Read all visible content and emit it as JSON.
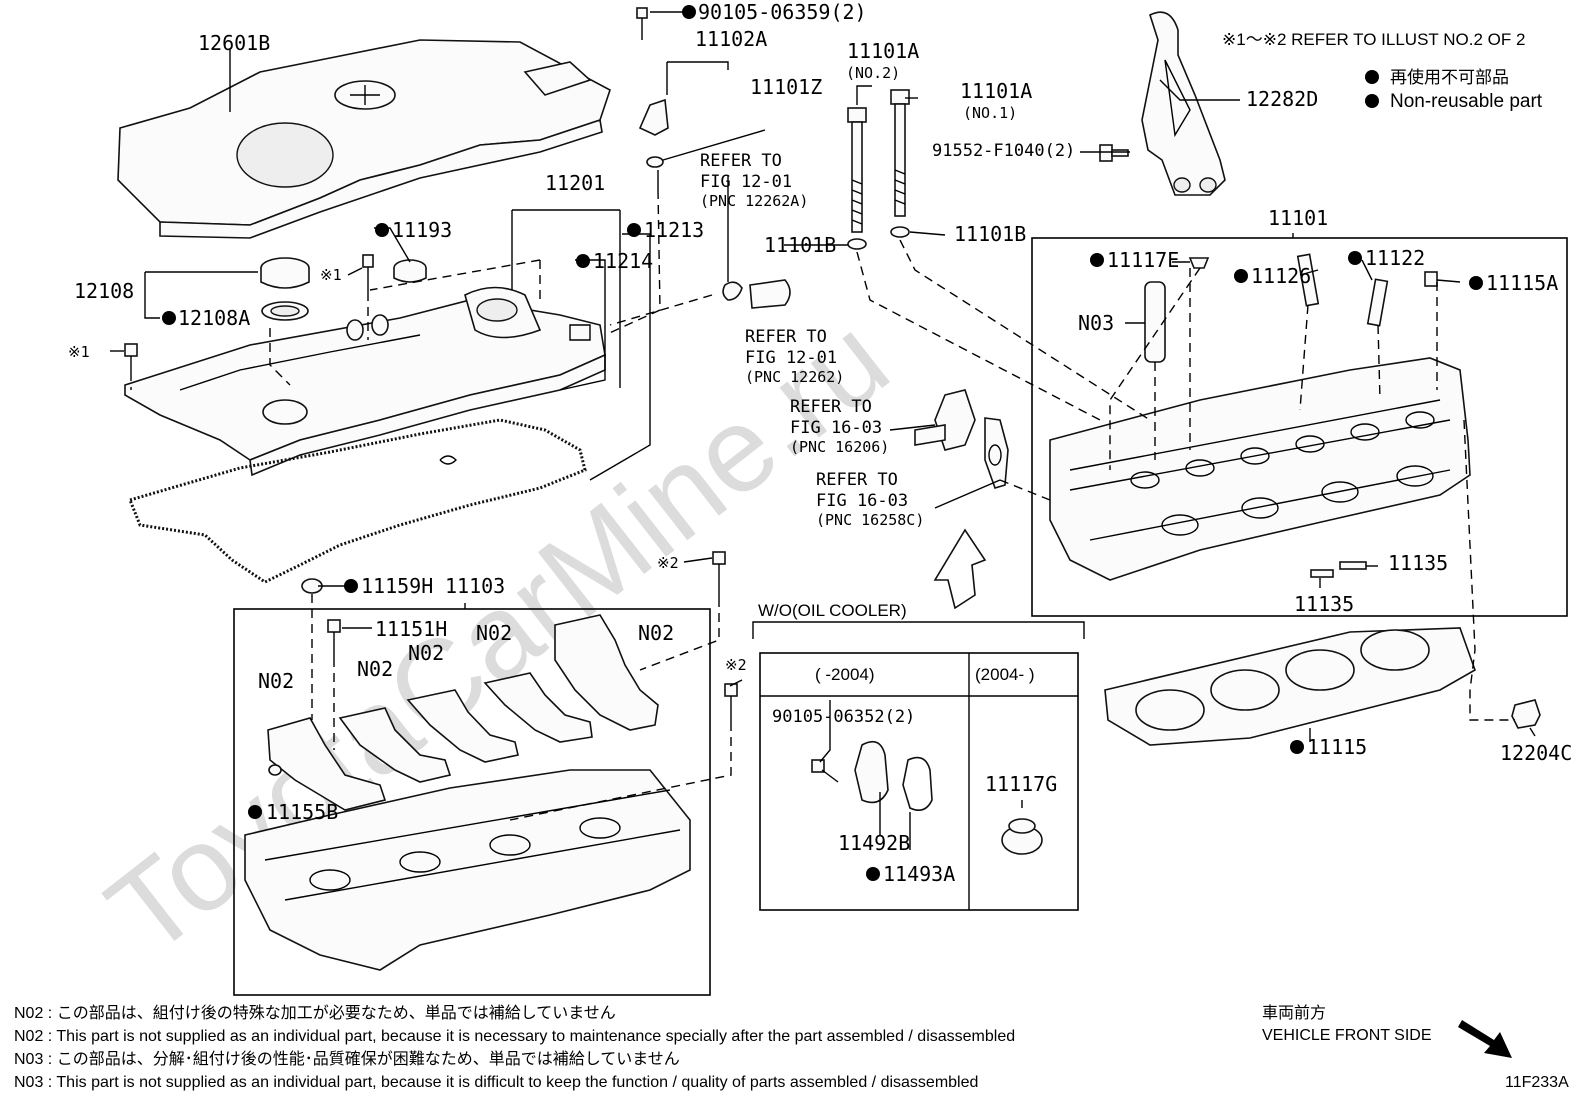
{
  "labels": {
    "p12601B": "12601B",
    "p90105_06359": "90105-06359(2)",
    "p11102A": "11102A",
    "p11101Z": "11101Z",
    "p11101A_no2": "11101A",
    "no2": "(NO.2)",
    "p11101A_no1": "11101A",
    "no1": "(NO.1)",
    "p12282D": "12282D",
    "p91552": "91552-F1040(2)",
    "p11201": "11201",
    "p11193": "11193",
    "p11213": "11213",
    "p11214": "11214",
    "p12108": "12108",
    "p12108A": "12108A",
    "x1a": "※1",
    "x1b": "※1",
    "p11101B_l": "11101B",
    "p11101B_r": "11101B",
    "p11101": "11101",
    "p11117E": "11117E",
    "p11126": "11126",
    "p11122": "11122",
    "p11115A": "11115A",
    "pN03": "N03",
    "p11135a": "11135",
    "p11135b": "11135",
    "p11159H": "11159H",
    "p11103": "11103",
    "x2a": "※2",
    "x2b": "※2",
    "p11151H": "11151H",
    "n02a": "N02",
    "n02b": "N02",
    "n02c": "N02",
    "n02d": "N02",
    "n02e": "N02",
    "p11155B": "11155B",
    "p11115": "11115",
    "p12204C": "12204C",
    "p90105_06352": "90105-06352(2)",
    "p11492B": "11492B",
    "p11493A": "11493A",
    "p11117G": "11117G",
    "code": "11F233A"
  },
  "refs": {
    "r1_l1": "REFER TO",
    "r1_l2": "FIG 12-01",
    "r1_l3": "(PNC 12262A)",
    "r2_l1": "REFER TO",
    "r2_l2": "FIG 12-01",
    "r2_l3": "(PNC 12262)",
    "r3_l1": "REFER TO",
    "r3_l2": "FIG 16-03",
    "r3_l3": "(PNC 16206)",
    "r4_l1": "REFER TO",
    "r4_l2": "FIG 16-03",
    "r4_l3": "(PNC 16258C)"
  },
  "legend": {
    "refer_note": "※1～※2  REFER TO ILLUST NO.2 OF 2",
    "nonreusable_jp": "再使用不可部品",
    "nonreusable_en": "Non-reusable part"
  },
  "wo_box": {
    "title": "W/O(OIL COOLER)",
    "col1": "(      -2004)",
    "col2": "(2004-      )"
  },
  "footer": {
    "n02_jp": "N02 : この部品は、組付け後の特殊な加工が必要なため、単品では補給していません",
    "n02_en": "N02 : This part is not supplied as an individual part, because it is necessary to maintenance specially after the part assembled / disassembled",
    "n03_jp": "N03 : この部品は、分解･組付け後の性能･品質確保が困難なため、単品では補給していません",
    "n03_en": "N03 : This part is not supplied as an individual part, because it is difficult to keep the function / quality of parts  assembled / disassembled",
    "front_jp": "車両前方",
    "front_en": "VEHICLE FRONT SIDE"
  },
  "watermark": "ToyotaCarMine.ru"
}
